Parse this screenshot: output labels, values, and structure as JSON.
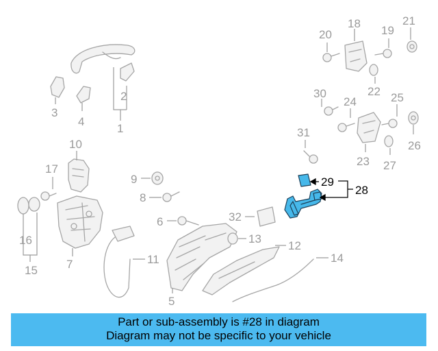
{
  "callouts": {
    "c1": "1",
    "c2": "2",
    "c3": "3",
    "c4": "4",
    "c5": "5",
    "c6": "6",
    "c7": "7",
    "c8": "8",
    "c9": "9",
    "c10": "10",
    "c11": "11",
    "c12": "12",
    "c13": "13",
    "c14": "14",
    "c15": "15",
    "c16": "16",
    "c17": "17",
    "c18": "18",
    "c19": "19",
    "c20": "20",
    "c21": "21",
    "c22": "22",
    "c23": "23",
    "c24": "24",
    "c25": "25",
    "c26": "26",
    "c27": "27",
    "c28": "28",
    "c29": "29",
    "c30": "30",
    "c31": "31",
    "c32": "32"
  },
  "highlight": {
    "part_number": "28",
    "sub_part_number": "29",
    "color": "#46b8ea"
  },
  "banner": {
    "line1": "Part or sub-assembly is #28 in diagram",
    "line2": "Diagram may not be specific to your vehicle",
    "background": "#4cbaf0"
  }
}
